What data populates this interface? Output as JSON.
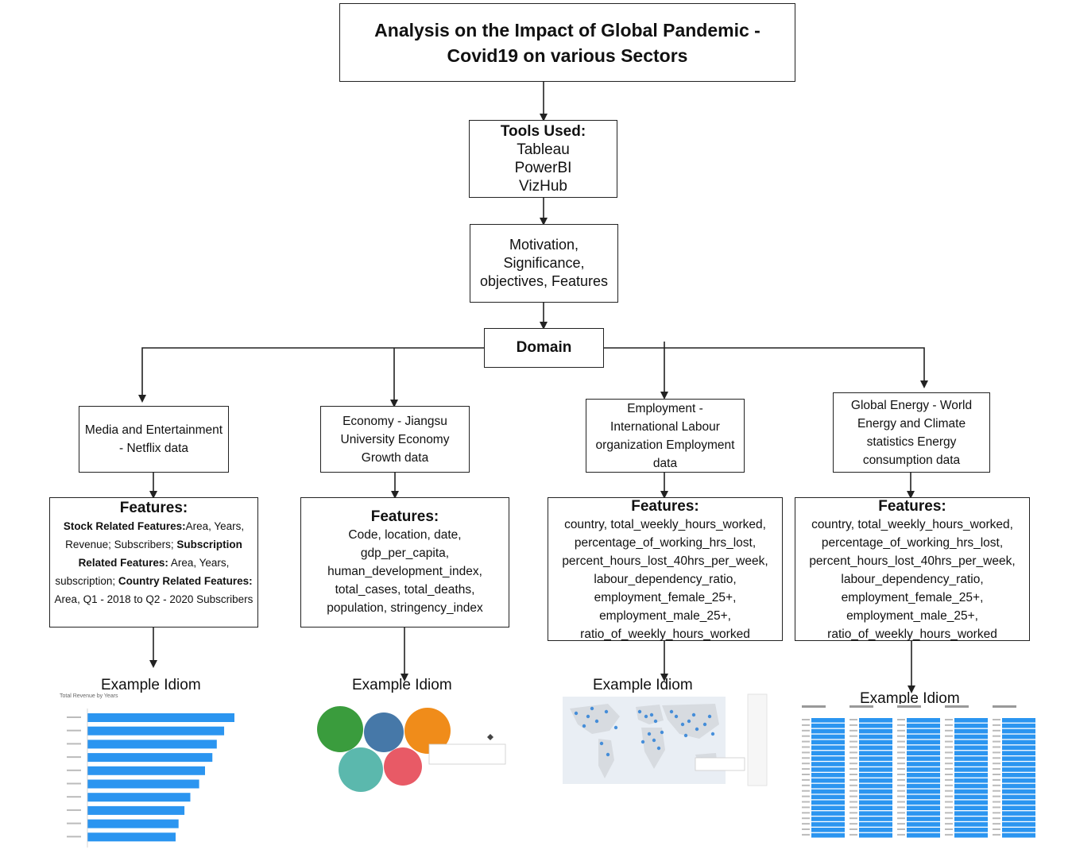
{
  "title": {
    "line1": "Analysis on the Impact of Global Pandemic -",
    "line2": "Covid19 on various Sectors"
  },
  "tools": {
    "heading": "Tools Used:",
    "items": [
      "Tableau",
      "PowerBI",
      "VizHub"
    ]
  },
  "motivation": {
    "lines": [
      "Motivation,",
      "Significance,",
      "objectives, Features"
    ]
  },
  "domain": {
    "label": "Domain"
  },
  "domains": [
    {
      "lines": [
        "Media and Entertainment",
        "- Netflix data"
      ]
    },
    {
      "lines": [
        "Economy - Jiangsu",
        "University Economy",
        "Growth data"
      ]
    },
    {
      "lines": [
        "Employment -",
        "International Labour",
        "organization Employment",
        "data"
      ]
    },
    {
      "lines": [
        "Global Energy - World",
        "Energy and Climate",
        "statistics Energy",
        "consumption data"
      ]
    }
  ],
  "features": [
    {
      "heading": "Features:",
      "segments": [
        {
          "text": "Stock Related Features:",
          "bold": true
        },
        {
          "text": "Area, Years, Revenue; Subscribers; ",
          "bold": false
        },
        {
          "text": "Subscription Related Features:",
          "bold": true
        },
        {
          "text": " Area, Years, subscription; ",
          "bold": false
        },
        {
          "text": "Country Related Features:",
          "bold": true
        },
        {
          "text": " Area, Q1 - 2018 to Q2 - 2020 Subscribers",
          "bold": false
        }
      ]
    },
    {
      "heading": "Features:",
      "lines": [
        "Code, location, date,",
        "gdp_per_capita,",
        "human_development_index,",
        "total_cases, total_deaths,",
        "population, stringency_index"
      ]
    },
    {
      "heading": "Features:",
      "lines": [
        "country, total_weekly_hours_worked,",
        "percentage_of_working_hrs_lost,",
        "percent_hours_lost_40hrs_per_week,",
        "labour_dependency_ratio,",
        "employment_female_25+,",
        "employment_male_25+,",
        "ratio_of_weekly_hours_worked"
      ]
    },
    {
      "heading": "Features:",
      "lines": [
        "country, total_weekly_hours_worked,",
        "percentage_of_working_hrs_lost,",
        "percent_hours_lost_40hrs_per_week,",
        "labour_dependency_ratio,",
        "employment_female_25+,",
        "employment_male_25+,",
        "ratio_of_weekly_hours_worked"
      ]
    }
  ],
  "idioms": [
    {
      "label": "Example Idiom"
    },
    {
      "label": "Example Idiom"
    },
    {
      "label": "Example Idiom"
    },
    {
      "label": "Example Idiom"
    }
  ],
  "thumbnails": {
    "bar_chart": {
      "title": "Total Revenue by Years",
      "values": [
        100,
        93,
        88,
        85,
        80,
        76,
        70,
        66,
        62,
        60
      ],
      "color": "#2b95f0"
    },
    "bubbles": {
      "colors": [
        "#3a9c3d",
        "#4678a8",
        "#f08c1a",
        "#5bb8ad",
        "#e85a66"
      ]
    },
    "map": {
      "land": "#d7dbe0",
      "sea": "#e9eef4",
      "dot": "#2c7fd6"
    },
    "energy_table": {
      "color": "#2b95f0",
      "columns": 5
    }
  },
  "colors": {
    "line": "#222222",
    "accent": "#2b95f0"
  }
}
